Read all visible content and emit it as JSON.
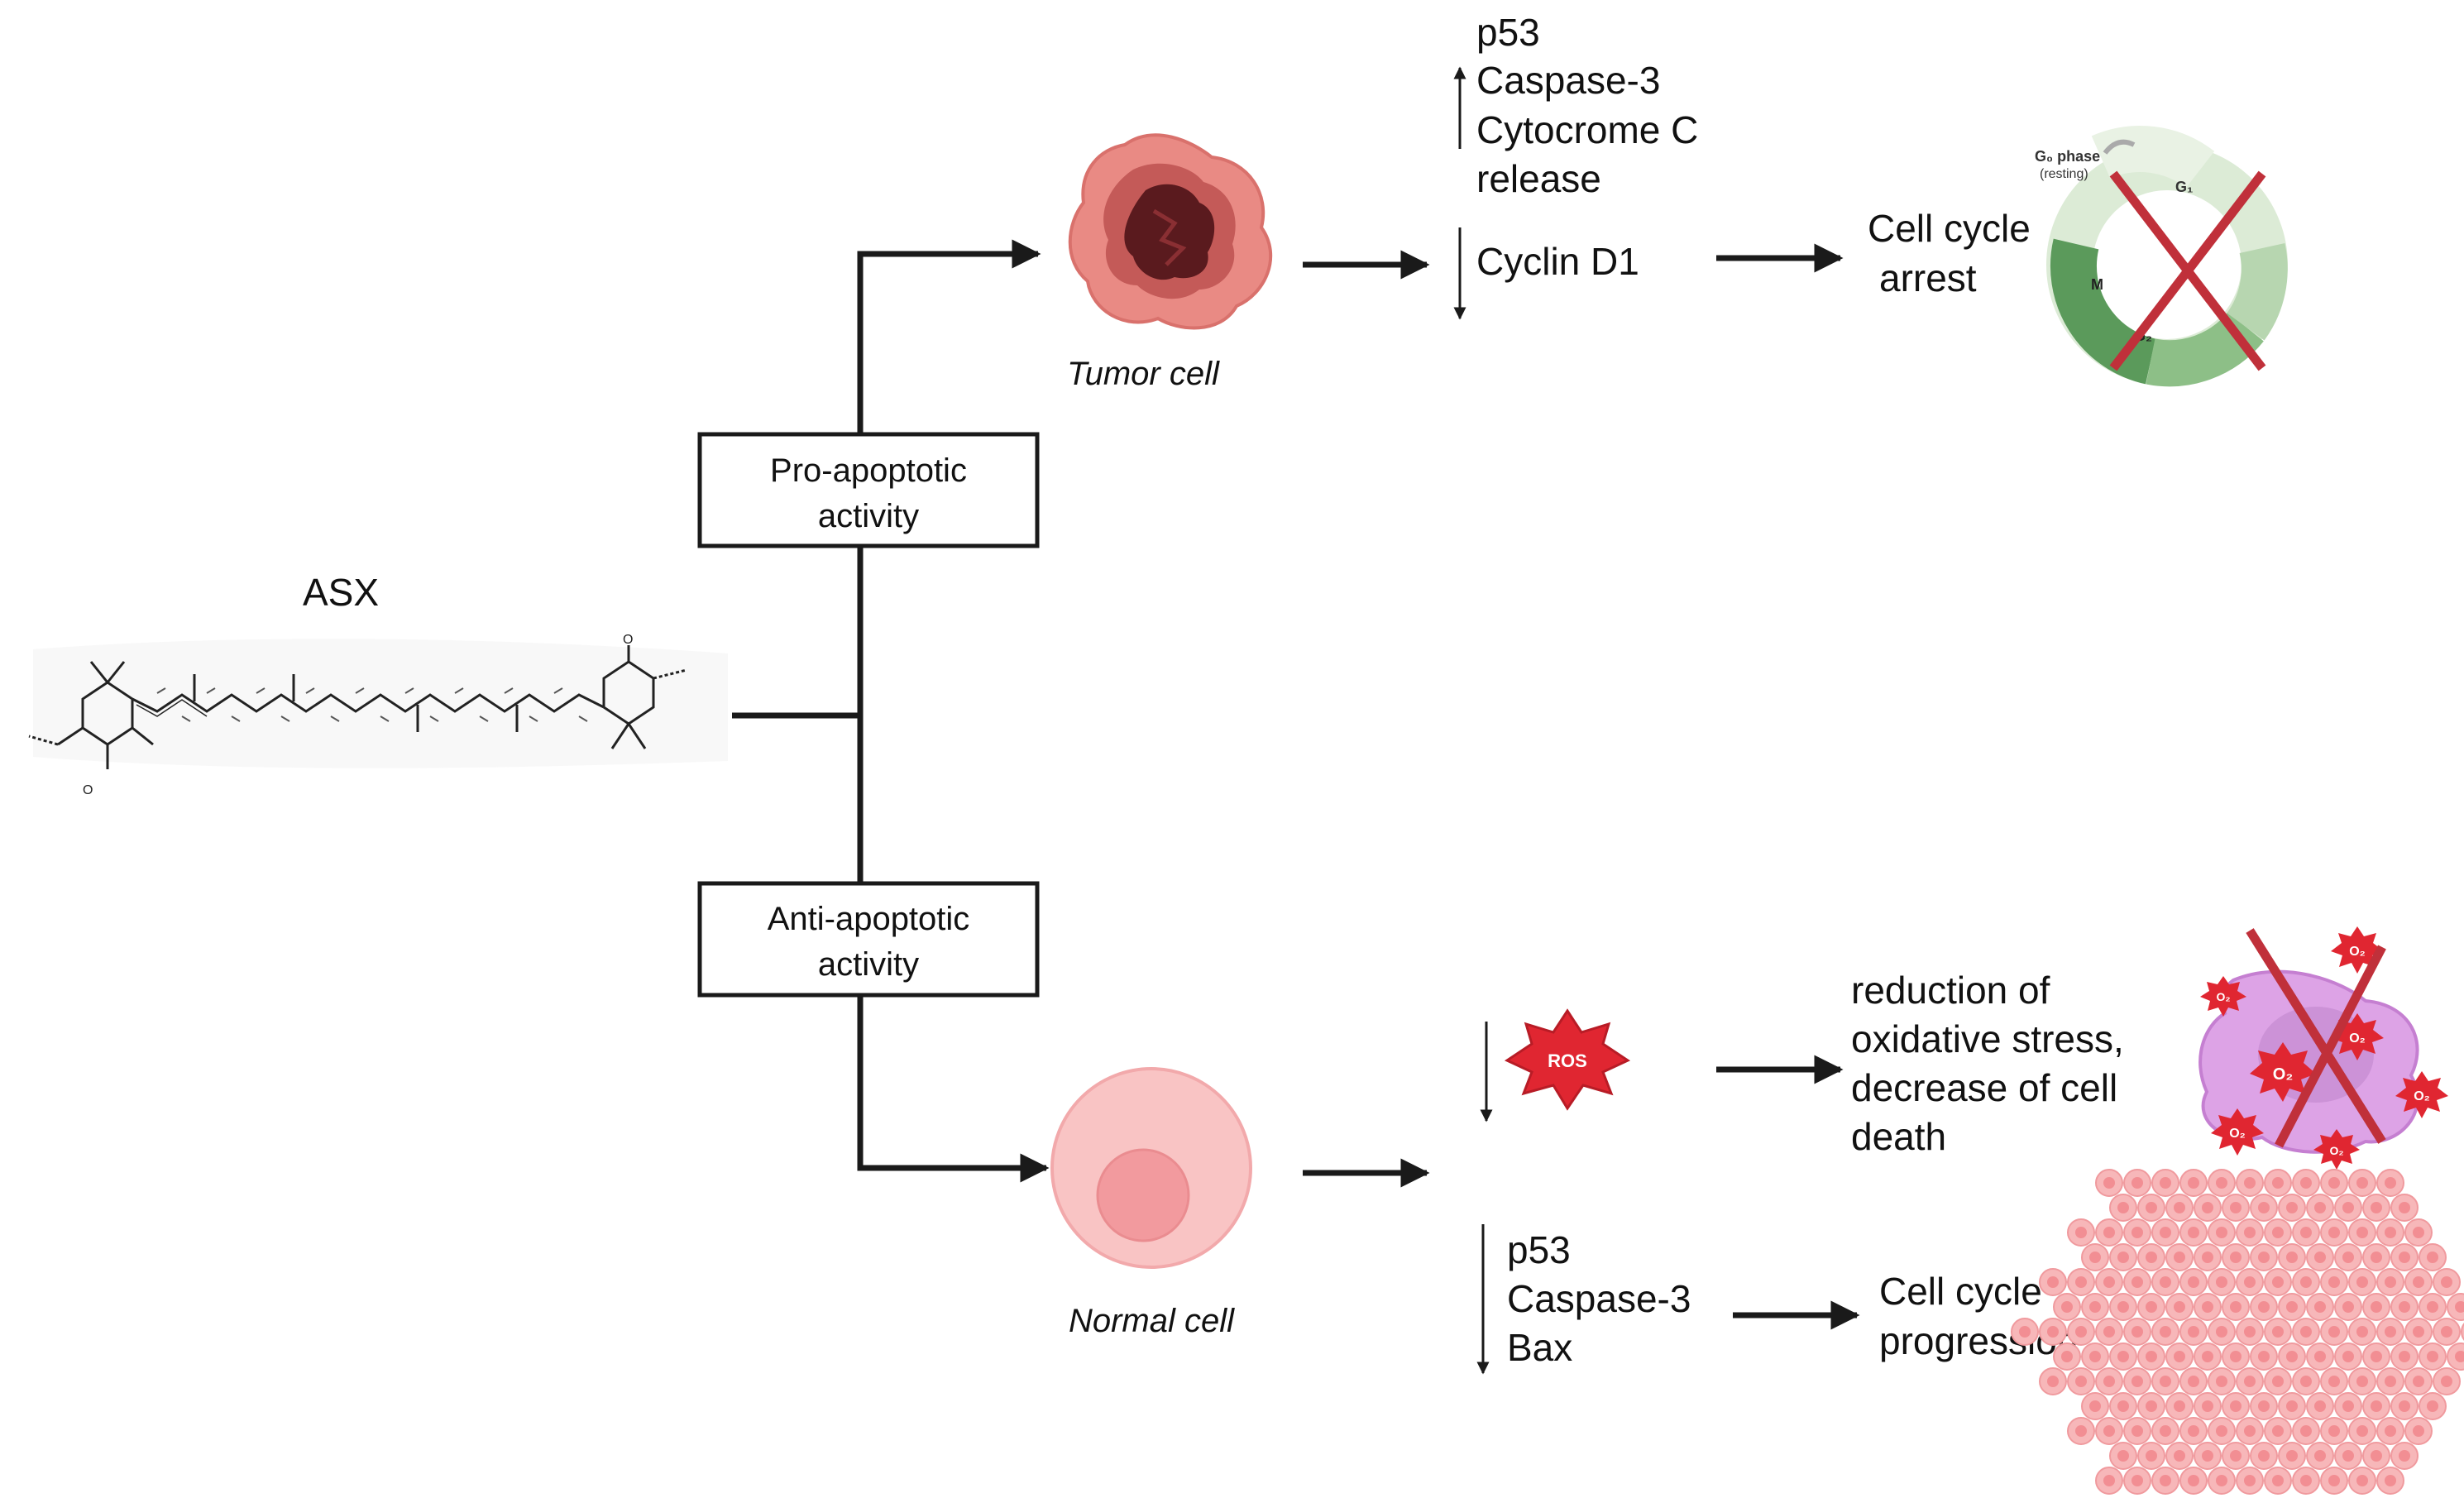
{
  "molecule": {
    "label": "ASX"
  },
  "boxes": {
    "pro": {
      "line1": "Pro-apoptotic",
      "line2": "activity"
    },
    "anti": {
      "line1": "Anti-apoptotic",
      "line2": "activity"
    }
  },
  "tumor": {
    "caption": "Tumor cell",
    "up_markers": [
      "p53",
      "Caspase-3",
      "Cytocrome C",
      "release"
    ],
    "down_marker": "Cyclin D1",
    "outcome": [
      "Cell cycle",
      "arrest"
    ],
    "cycle_icon": {
      "g0_label": "G₀ phase",
      "resting_label": "(resting)",
      "g1": "G₁",
      "m": "M",
      "g2": "G₂"
    }
  },
  "normal": {
    "caption": "Normal cell",
    "ros_label": "ROS",
    "ros_outcome": [
      "reduction of",
      "oxidative stress,",
      "decrease of cell",
      "death"
    ],
    "down_markers": [
      "p53",
      "Caspase-3",
      "Bax"
    ],
    "outcome": [
      "Cell cycle",
      "progression"
    ],
    "o2_label": "O₂"
  },
  "colors": {
    "line": "#1a1a1a",
    "cross": "#c0303a",
    "tumor_outer": "#e98a84",
    "tumor_inner": "#5a1a1e",
    "normal_cell": "#f9c4c4",
    "normal_nucleus": "#f29a9e",
    "ros": "#e02631",
    "cycle_green_dark": "#5b9a5b",
    "cycle_green_light": "#dcebd6",
    "stressed_cell": "#dda3e6"
  }
}
